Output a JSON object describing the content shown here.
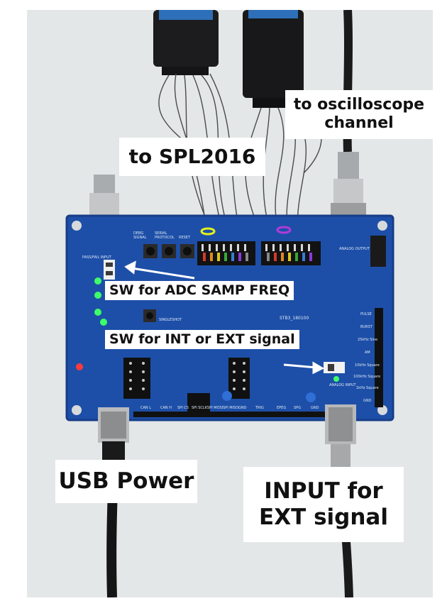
{
  "labels": {
    "oscilloscope": [
      "to oscilloscope",
      "channel"
    ],
    "spl": "to SPL2016",
    "adc_freq": "SW for ADC SAMP FREQ",
    "int_ext": "SW for INT or EXT signal",
    "usb": "USB Power",
    "input_ext": [
      "INPUT for",
      "EXT signal"
    ]
  },
  "board_silkscreen": {
    "pass_fail": "PASS/FAIL INPUT",
    "analog_output": "ANALOG OUTPUT",
    "analog_input": "ANALOG INPUT",
    "board_id": "STB3_180100",
    "debug": "DEBG",
    "signal": "SIGNAL",
    "serial": "SERIAL",
    "protocol": "PROTOCOL",
    "reset": "RESET",
    "singleshot": "SINGLESHOT",
    "waveforms": [
      "PULSE",
      "BURST",
      "25kHz Sine",
      "AM",
      "10kHz Square",
      "100kHz Square",
      "1kHz Square",
      "GND"
    ],
    "bottom_pins": [
      "CAN L",
      "CAN H",
      "SPI CS",
      "SPI SCLK",
      "SPI MOSI",
      "SPI MISO",
      "GND",
      "TRIG",
      "EPEG",
      "SPG",
      "GND"
    ]
  },
  "colors": {
    "board": "#1d4fa8",
    "board_dark": "#163d87",
    "led_green": "#3dff6a",
    "led_red": "#ff3b3b",
    "ring_yellow": "#e6f21a",
    "ring_purple": "#b43ad8"
  }
}
